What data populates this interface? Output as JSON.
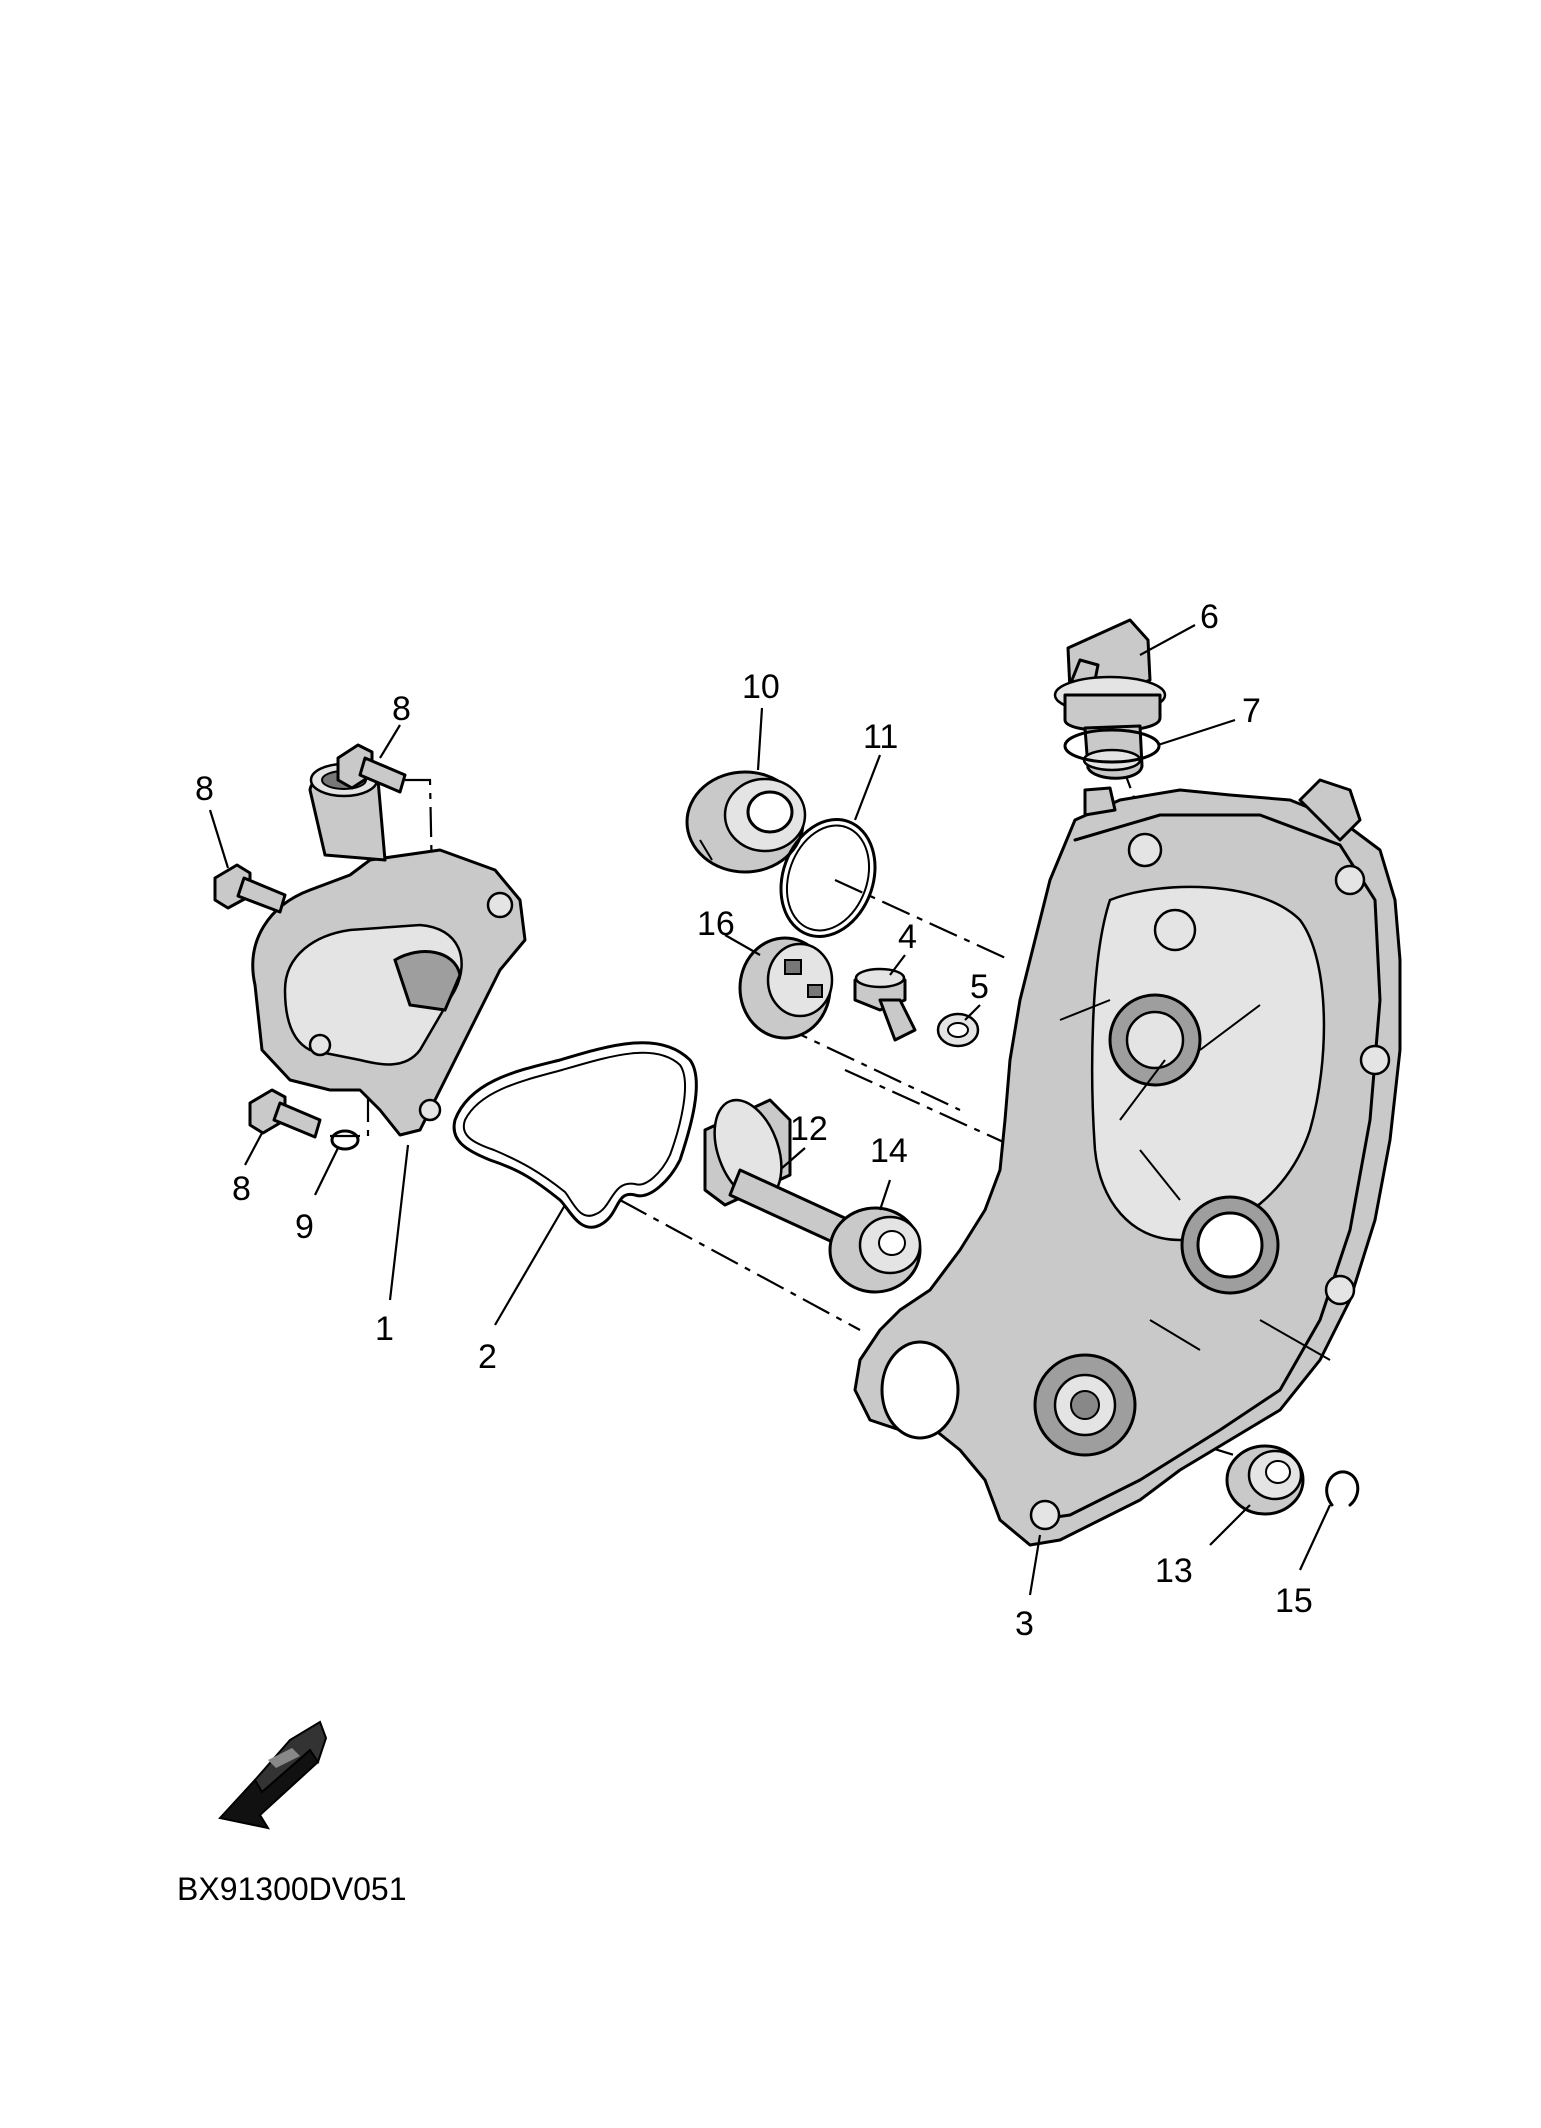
{
  "diagram": {
    "callouts": {
      "c1": "1",
      "c2": "2",
      "c3": "3",
      "c4": "4",
      "c5": "5",
      "c6": "6",
      "c7": "7",
      "c8a": "8",
      "c8b": "8",
      "c8c": "8",
      "c9": "9",
      "c10": "10",
      "c11": "11",
      "c12": "12",
      "c13": "13",
      "c14": "14",
      "c15": "15",
      "c16": "16"
    },
    "drawing_code": "BX91300DV051",
    "direction_arrow_icon": "fwd-arrow-icon"
  }
}
